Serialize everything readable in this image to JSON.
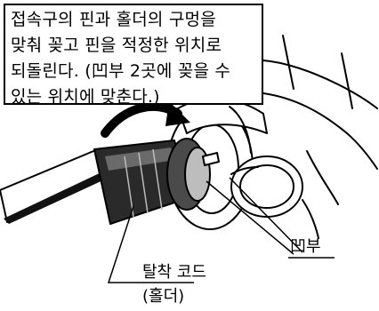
{
  "instruction": {
    "lines": [
      "접속구의 핀과 홀더의 구멍을",
      "맞춰 꽂고 핀을 적정한 위치로",
      "되돌린다. (凹부 2곳에 꽂을 수",
      "있는 위치에 맞춘다.)"
    ]
  },
  "labels": {
    "recess": "凹부",
    "cord": "탈착 코드",
    "holder": "(홀더)"
  }
}
